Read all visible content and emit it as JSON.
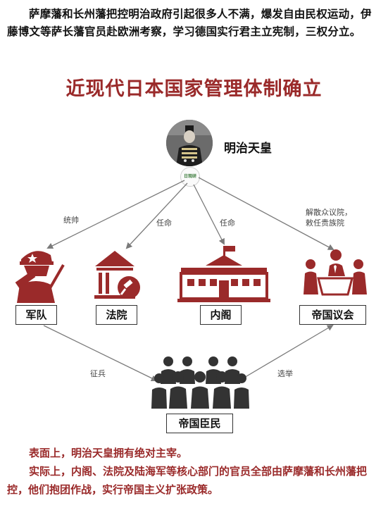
{
  "intro_text": "萨摩藩和长州藩把控明治政府引起很多人不满，爆发自由民权运动，伊藤博文等萨长藩官员赴欧洲考察，学习德国实行君主立宪制，三权分立。",
  "title": "近现代日本国家管理体制确立",
  "emperor": {
    "name": "明治天皇"
  },
  "emblem_text": "日观研",
  "nodes": {
    "army": "军队",
    "court": "法院",
    "cabinet": "内阁",
    "diet": "帝国议会",
    "subjects": "帝国臣民"
  },
  "edges": {
    "emperor_army": "统帅",
    "emperor_court": "任命",
    "emperor_cabinet": "任命",
    "emperor_diet": "解散众议院，敕任贵族院",
    "subjects_army": "征兵",
    "subjects_diet": "选举"
  },
  "summary": {
    "line1": "表面上，明治天皇拥有绝对主宰。",
    "line2": "实际上，内阁、法院及陆海军等核心部门的官员全部由萨摩藩和长州藩把控，他们抱团作战，实行帝国主义扩张政策。"
  },
  "colors": {
    "accent": "#9a2a2a",
    "line": "#7a7a7a",
    "subjects_icon": "#333333"
  }
}
